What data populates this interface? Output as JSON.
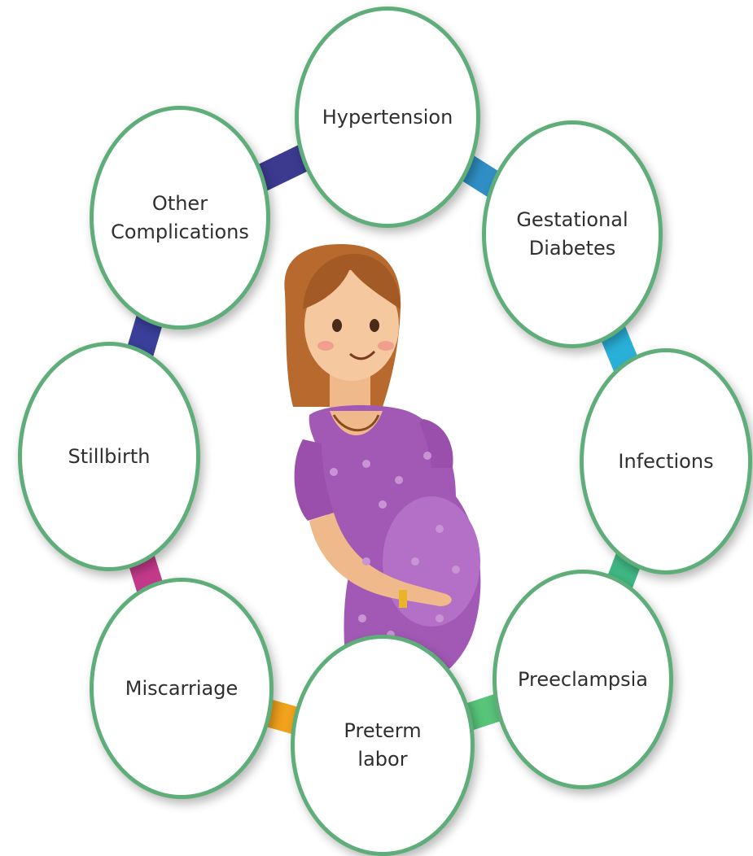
{
  "complications": [
    {
      "label": "Hypertension"
    },
    {
      "label": "Gestational\nDiabetes"
    },
    {
      "label": "Infections"
    },
    {
      "label": "Preeclampsia"
    },
    {
      "label": "Preterm\nlabor"
    },
    {
      "label": "Miscarriage"
    },
    {
      "label": "Stillbirth"
    },
    {
      "label": "Other\nComplications"
    }
  ],
  "colors": {
    "circle_border": "#5fae7a",
    "ring_segments": [
      "#2f8fc4",
      "#2ab0d8",
      "#3fb784",
      "#57c47a",
      "#f2a21c",
      "#c43a8b",
      "#3a3f99",
      "#3b3a8f"
    ],
    "dress": "#a259b5",
    "hair": "#b86a2e",
    "skin": "#f6c8a0"
  }
}
